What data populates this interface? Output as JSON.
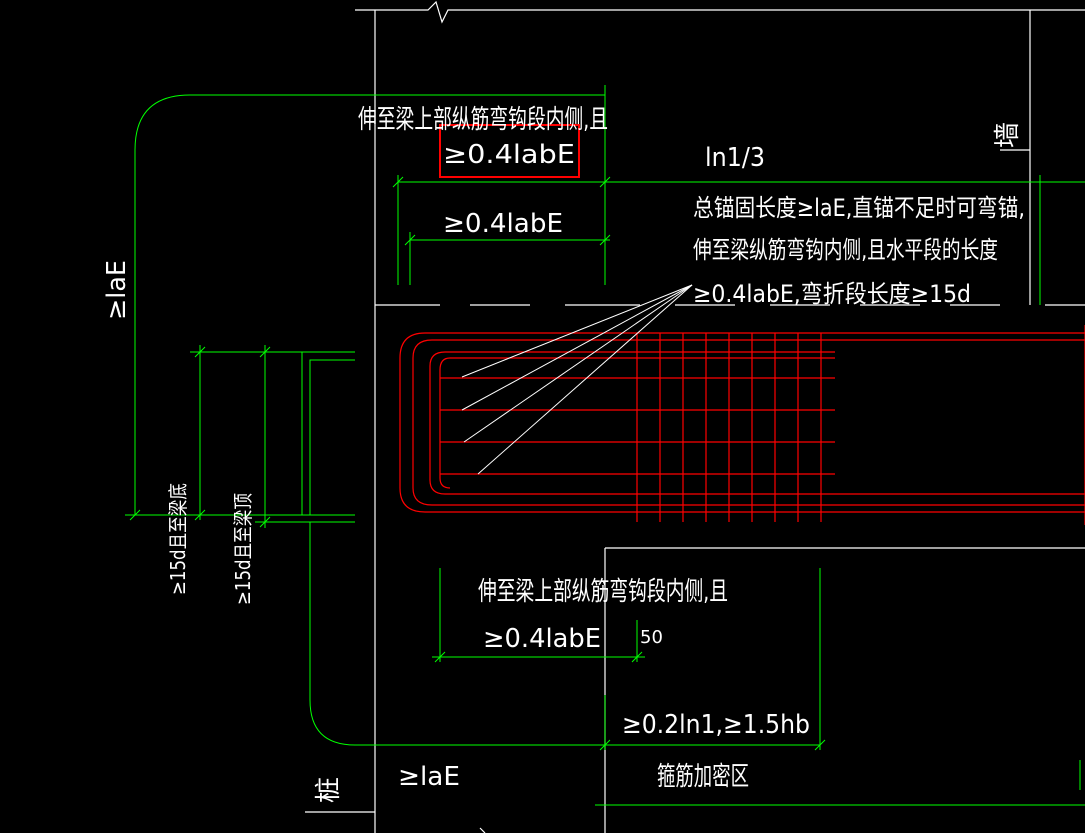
{
  "labels": {
    "top_note_line1": "伸至梁上部纵筋弯钩段内侧,且",
    "top_note_line2": "≥0.4labE",
    "top_dim": "≥0.4labE",
    "ln1_third": "ln1/3",
    "anchor_note_line1": "总锚固长度≥laE,直锚不足时可弯锚,",
    "anchor_note_line2": "伸至梁纵筋弯钩内侧,且水平段的长度",
    "anchor_note_line3": "≥0.4labE,弯折段长度≥15d",
    "wall": "墙",
    "left_vertical": "≥laE",
    "hook_to_beam_bottom": "≥15d且至梁底",
    "hook_to_beam_top": "≥15d且至梁顶",
    "bottom_note_line1": "伸至梁上部纵筋弯钩段内侧,且",
    "bottom_note_line2": "≥0.4labE",
    "bottom_50": "50",
    "stirrup_dim": "≥0.2ln1,≥1.5hb",
    "bottom_lae": "≥laE",
    "pile": "桩",
    "stirrup_zone": "箍筋加密区"
  },
  "colors": {
    "background": "#000000",
    "text": "#ffffff",
    "dimension": "#00ff00",
    "rebar": "#ff0000",
    "outline": "#ffffff",
    "highlight_box": "#ff0000"
  }
}
